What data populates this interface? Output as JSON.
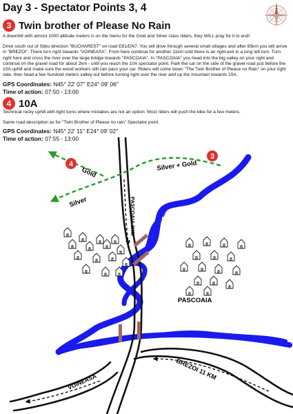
{
  "header": {
    "title": "Day 3 - Spectator Points 3, 4"
  },
  "point3": {
    "number": "3",
    "name": "Twin brother of Please No Rain",
    "intro": "A downhill with almost 1000 altitude meters is on the menu for the Gold and Silver class riders, they WILL pray for it to end!",
    "directions": "Drive south out of Sibiu direction \"BUCHAREST\" on road E81/DN7. You will drive through several small villages and after 65km you will arrive in \"BREZOI\". There turn right towards \"VOINEASA\". From here continue for another 11km until there is an right-exit in a long left turn. Turn right here and cross the river over the large bridge towards \"PASCOAIA\". In \"PASCOAIA\" you head into the big valley on your right and continue on the gravel road for about 2km - until you reach the 10A spectator point. Park the car on the side of the gravel road just before the 10A uphill and make sure the wood workers still can pass your car. Riders will come down \"The Twin Brother of Please no Rain\" on your right side, then head a few hundred meters valley-out before turning right over the river and up the mountain towards 10A.",
    "gps_label": "GPS Coordinates:",
    "gps_value": "N45° 22' 07'' E24° 09' 06''",
    "time_label": "Time of action:",
    "time_value": "07:50 - 13:00"
  },
  "point4": {
    "number": "4",
    "name": "10A",
    "intro": "Technical rocky uphill with tight turns where mistakes are not an option. Most riders will push the bike for a few meters.",
    "directions": "Same road description as for \"Twin Brother of Please no rain\" Spectator point.",
    "gps_label": "GPS Coordinates:",
    "gps_value": "N45° 22' 11'' E24° 09' 02''",
    "time_label": "Time of action:",
    "time_value": "07:55 - 13:00"
  },
  "map": {
    "marker_4": "4",
    "marker_3": "3",
    "label_gold": "Gold",
    "label_silver": "Silver",
    "label_silver_gold": "Silver + Gold",
    "road_pascoaia": "PASCOAIA 2KM",
    "village_name": "PASCOAIA",
    "road_brezoi": "BREZOI 11 KM",
    "road_voineasa": "VOINEASA",
    "colors": {
      "river": "#1a1aee",
      "route": "#2a9a2a",
      "marker": "#e0312a",
      "bridge": "#9b6a5c",
      "road": "#111111"
    }
  }
}
